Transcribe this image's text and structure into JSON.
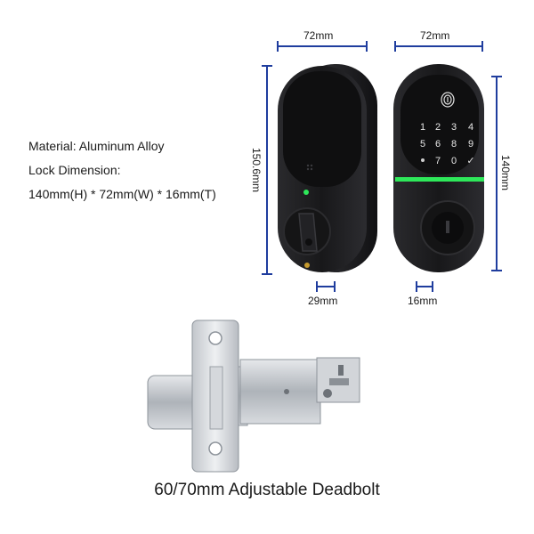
{
  "specs": {
    "material": "Material: Aluminum Alloy",
    "dimension_label": "Lock Dimension:",
    "dimension_value": "140mm(H) * 72mm(W) * 16mm(T)"
  },
  "dimensions": {
    "front_width": "72mm",
    "back_width": "72mm",
    "front_height": "150.6mm",
    "back_height": "140mm",
    "front_thickness": "29mm",
    "back_thickness": "16mm"
  },
  "keypad": {
    "keys": [
      "1",
      "2",
      "3",
      "4",
      "5",
      "6",
      "8",
      "9",
      "7",
      "0",
      "✓"
    ]
  },
  "caption": "60/70mm Adjustable Deadbolt",
  "colors": {
    "dimension_line": "#1f3d9e",
    "lock_body": "#1b1b1d",
    "indicator_green": "#2ee85a",
    "metal": "#c7cbd0"
  }
}
